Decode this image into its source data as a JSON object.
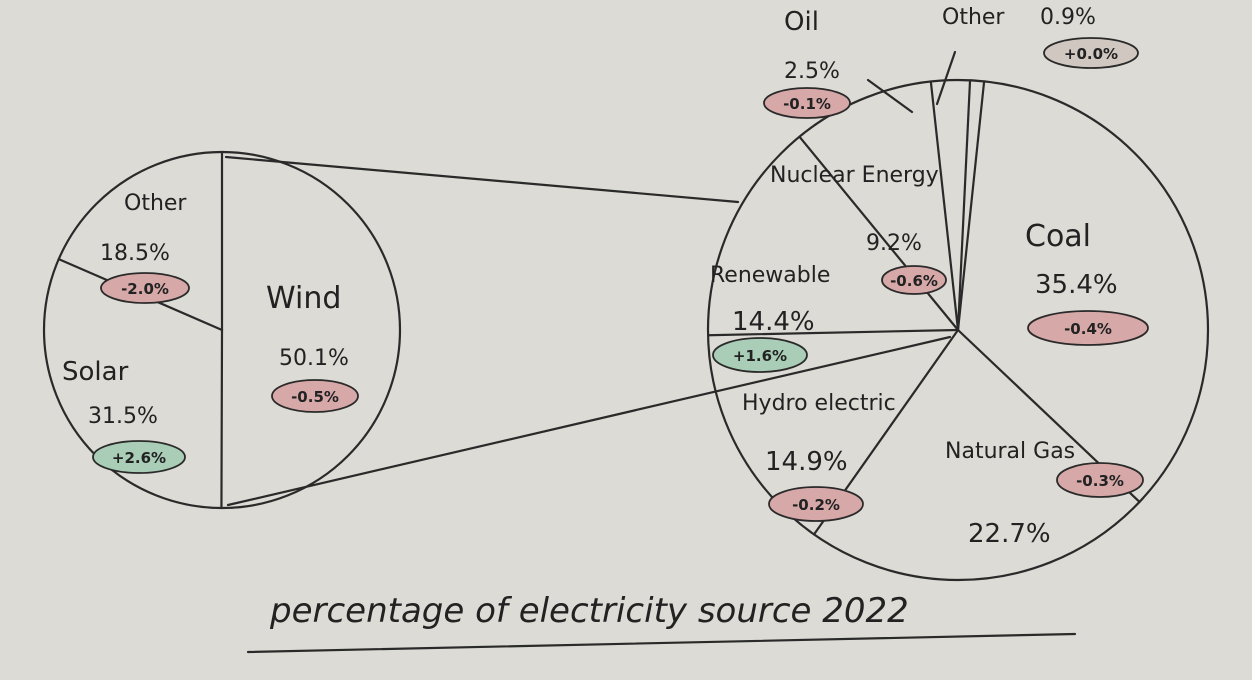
{
  "chart_data": [
    {
      "type": "pie",
      "title": "percentage of electricity source 2022",
      "slices": [
        {
          "label": "Coal",
          "value": 35.4,
          "change": "-0.4%",
          "value_text": "35.4%"
        },
        {
          "label": "Natural Gas",
          "value": 22.7,
          "change": "-0.3%",
          "value_text": "22.7%"
        },
        {
          "label": "Hydro electric",
          "value": 14.9,
          "change": "-0.2%",
          "value_text": "14.9%"
        },
        {
          "label": "Renewable",
          "value": 14.4,
          "change": "+1.6%",
          "value_text": "14.4%"
        },
        {
          "label": "Nuclear Energy",
          "value": 9.2,
          "change": "-0.6%",
          "value_text": "9.2%"
        },
        {
          "label": "Oil",
          "value": 2.5,
          "change": "-0.1%",
          "value_text": "2.5%"
        },
        {
          "label": "Other",
          "value": 0.9,
          "change": "+0.0%",
          "value_text": "0.9%"
        }
      ]
    },
    {
      "type": "pie",
      "title": "",
      "parent": "Renewable",
      "slices": [
        {
          "label": "Wind",
          "value": 50.1,
          "change": "-0.5%",
          "value_text": "50.1%"
        },
        {
          "label": "Solar",
          "value": 31.5,
          "change": "+2.6%",
          "value_text": "31.5%"
        },
        {
          "label": "Other",
          "value": 18.5,
          "change": "-2.0%",
          "value_text": "18.5%"
        }
      ]
    }
  ],
  "colors": {
    "negative": "#d7a8a8",
    "positive": "#a9cdb6",
    "neutral": "#cfc7c0",
    "ink": "#2a2a2a",
    "paper": "#dcdbd5"
  }
}
